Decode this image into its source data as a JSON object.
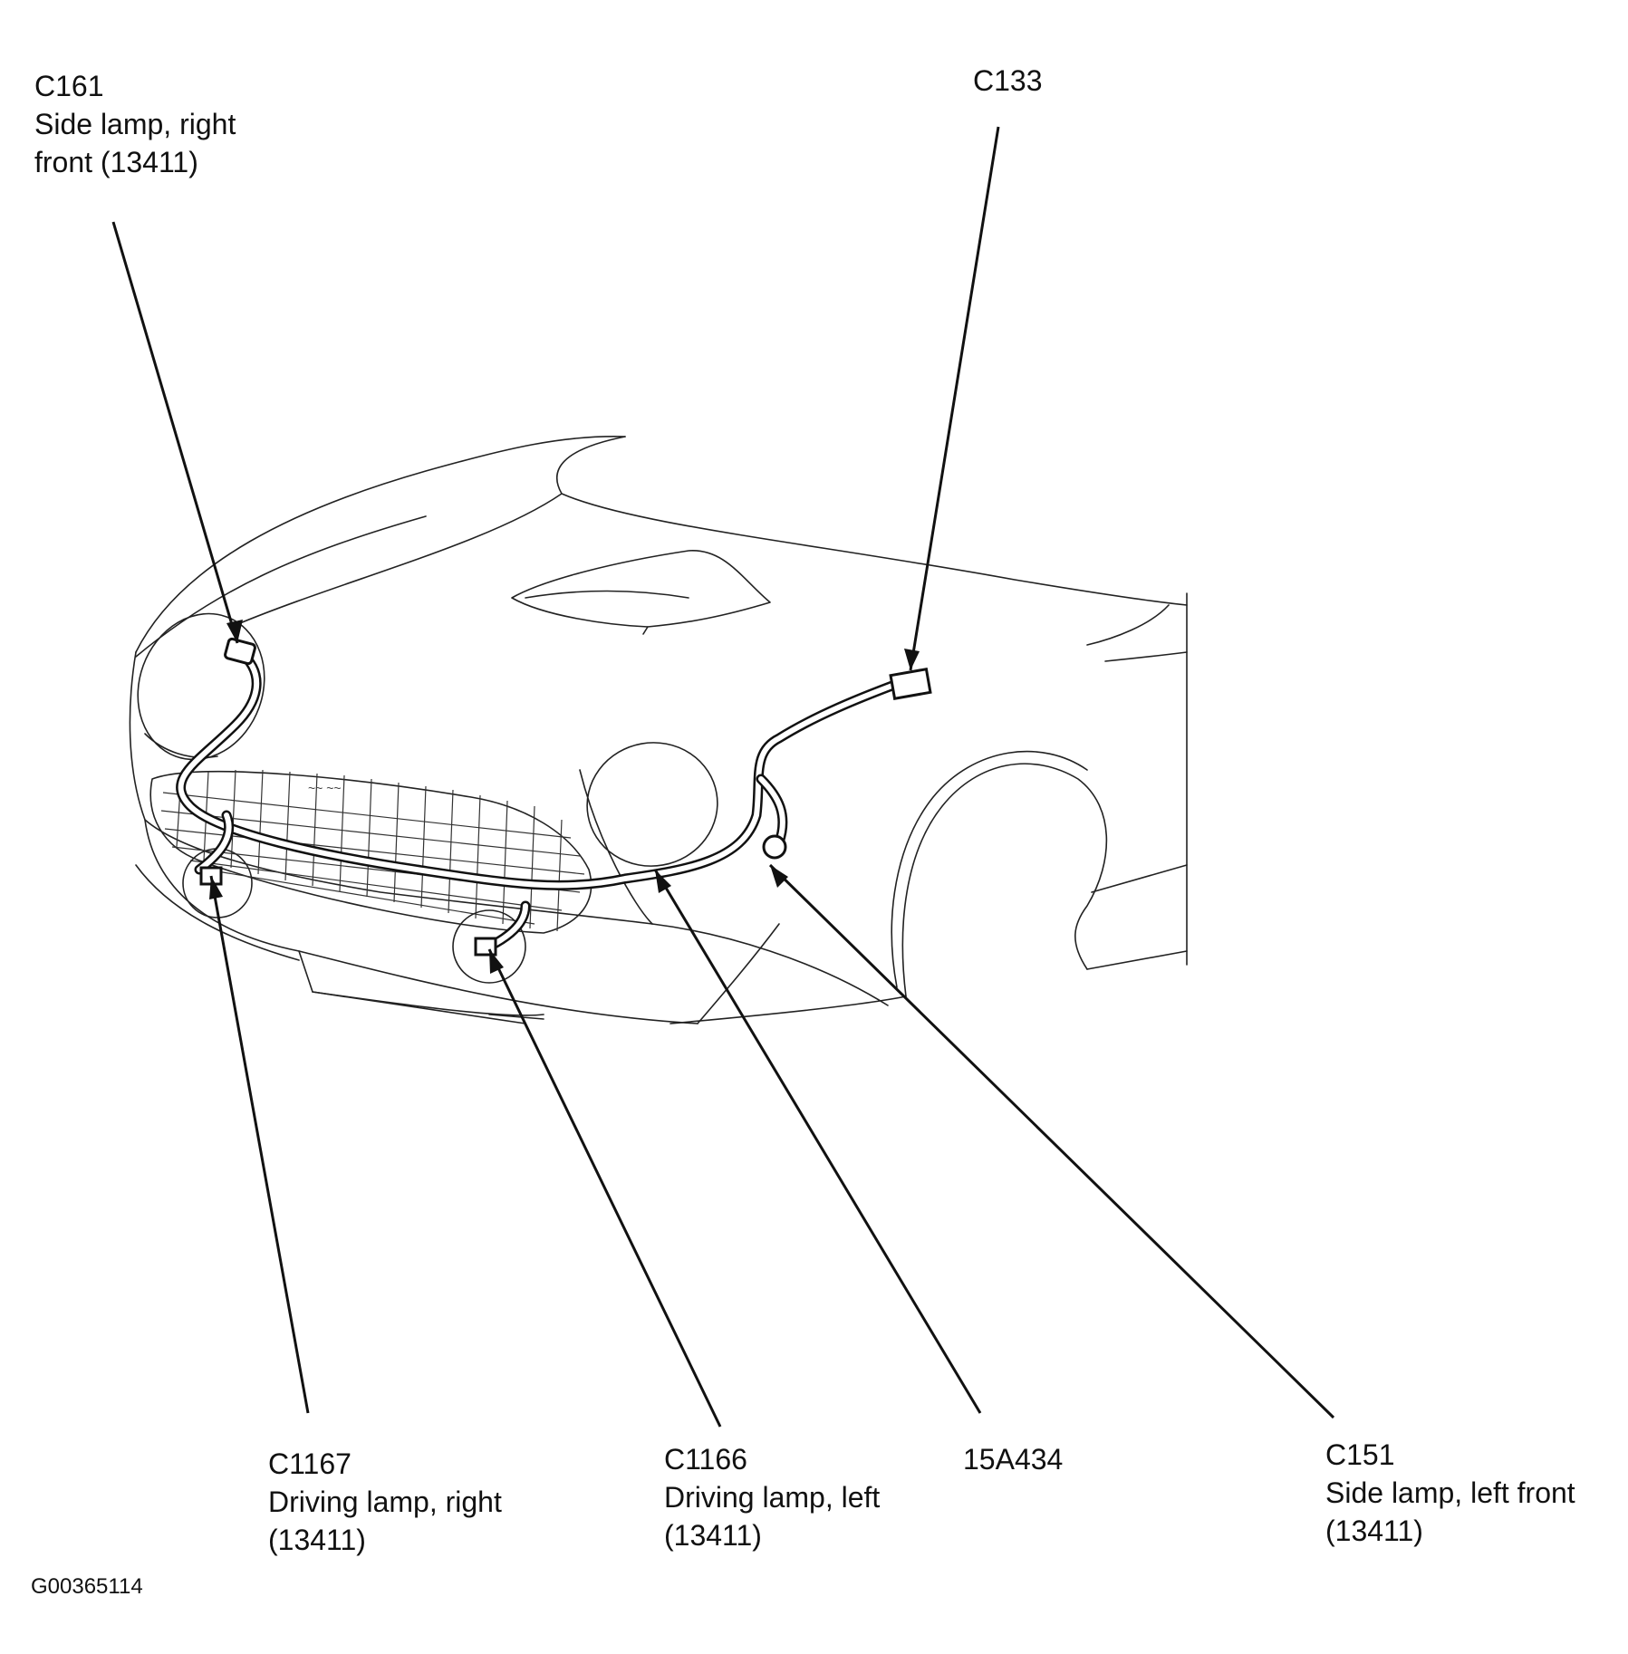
{
  "callouts": {
    "c161": {
      "id": "C161",
      "desc_line1": "Side lamp, right",
      "desc_line2": "front (13411)"
    },
    "c133": {
      "id": "C133"
    },
    "c1167": {
      "id": "C1167",
      "desc_line1": "Driving lamp, right",
      "desc_line2": "(13411)"
    },
    "c1166": {
      "id": "C1166",
      "desc_line1": "Driving lamp, left",
      "desc_line2": "(13411)"
    },
    "harness": {
      "id": "15A434"
    },
    "c151": {
      "id": "C151",
      "desc_line1": "Side lamp, left front",
      "desc_line2": "(13411)"
    }
  },
  "figure_id": "G00365114"
}
